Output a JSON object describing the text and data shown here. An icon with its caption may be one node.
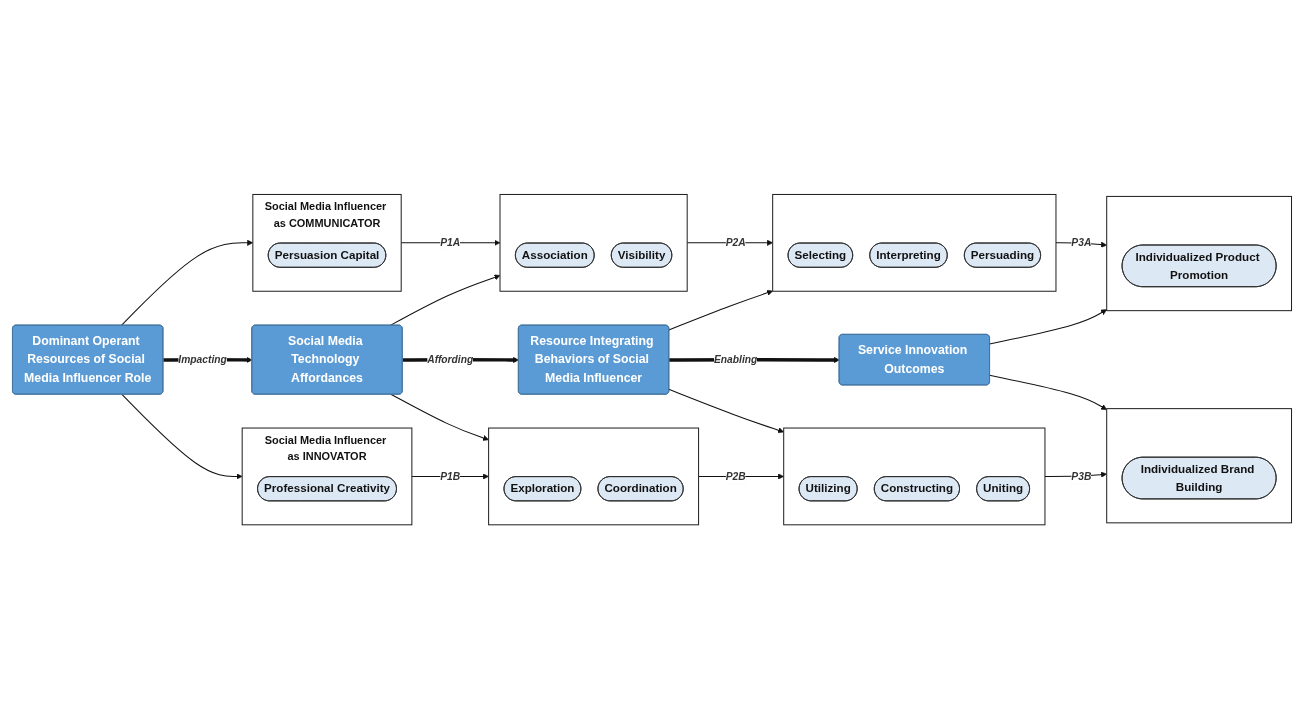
{
  "diagram": {
    "nodes": [
      {
        "text": [
          "Social Media Influencer as COMMUNICATOR"
        ]
      },
      {
        "text": [
          "Persuasion Capital"
        ],
        "in": 0
      },
      {
        "text": [],
        "shape": "box"
      },
      {
        "text": [
          "Association"
        ],
        "in": 2
      },
      {
        "text": [
          "Visibility"
        ],
        "in": 2
      },
      {
        "text": [],
        "shape": "box"
      },
      {
        "text": [
          "Selecting"
        ],
        "in": 5
      },
      {
        "text": [
          "Interpreting"
        ],
        "in": 5
      },
      {
        "text": [
          "Persuading"
        ],
        "in": 5
      },
      {
        "text": [],
        "shape": "box"
      },
      {
        "text": [
          "Individualized Product Promotion"
        ],
        "in": 9
      },
      {
        "text": [
          "Dominant Operant Resources of Social Media Influencer Role"
        ]
      },
      {
        "text": [
          "Social Media Technology Affordances"
        ]
      },
      {
        "text": [
          "Resource Integrating Behaviors of Social Media Influencer"
        ]
      },
      {
        "text": [
          "Service Innovation Outcomes"
        ]
      },
      {
        "text": [
          "Social Media Influencer as INNOVATOR"
        ]
      },
      {
        "text": [
          "Professional Creativity"
        ],
        "in": 15
      },
      {
        "text": [],
        "shape": "box"
      },
      {
        "text": [
          "Exploration"
        ],
        "in": 17
      },
      {
        "text": [
          "Coordination"
        ],
        "in": 17
      },
      {
        "text": [],
        "shape": "box"
      },
      {
        "text": [
          "Utilizing"
        ],
        "in": 20
      },
      {
        "text": [
          "Constructing"
        ],
        "in": 20
      },
      {
        "text": [
          "Uniting"
        ],
        "in": 20
      },
      {
        "text": [],
        "shape": "box"
      },
      {
        "text": [
          "Individualized Brand Building"
        ],
        "in": 24
      }
    ],
    "edges": [
      {
        "from": 0,
        "to": 2,
        "arrow": "to",
        "label": "P1A"
      },
      {
        "from": 2,
        "to": 5,
        "arrow": "to",
        "label": "P2A"
      },
      {
        "from": 5,
        "to": 9,
        "arrow": "to",
        "label": "P3A"
      },
      {
        "from": 11,
        "to": 0,
        "arrow": "to"
      },
      {
        "from": 12,
        "to": 2,
        "arrow": "to"
      },
      {
        "from": 13,
        "to": 5,
        "arrow": "to"
      },
      {
        "from": 14,
        "to": 9,
        "arrow": "to"
      },
      {
        "from": 11,
        "to": 12,
        "arrow": "to",
        "label": "Impacting",
        "style": "thick"
      },
      {
        "from": 12,
        "to": 13,
        "arrow": "to",
        "label": "Affording",
        "style": "thick"
      },
      {
        "from": 13,
        "to": 14,
        "arrow": "to",
        "label": "Enabling",
        "style": "thick"
      },
      {
        "from": 11,
        "to": 15,
        "arrow": "to"
      },
      {
        "from": 12,
        "to": 17,
        "arrow": "to"
      },
      {
        "from": 13,
        "to": 20,
        "arrow": "to"
      },
      {
        "from": 14,
        "to": 24,
        "arrow": "to"
      },
      {
        "from": 15,
        "to": 17,
        "arrow": "to",
        "label": "P1B"
      },
      {
        "from": 17,
        "to": 20,
        "arrow": "to",
        "label": "P2B"
      },
      {
        "from": 20,
        "to": 24,
        "arrow": "to",
        "label": "P3B"
      }
    ]
  }
}
